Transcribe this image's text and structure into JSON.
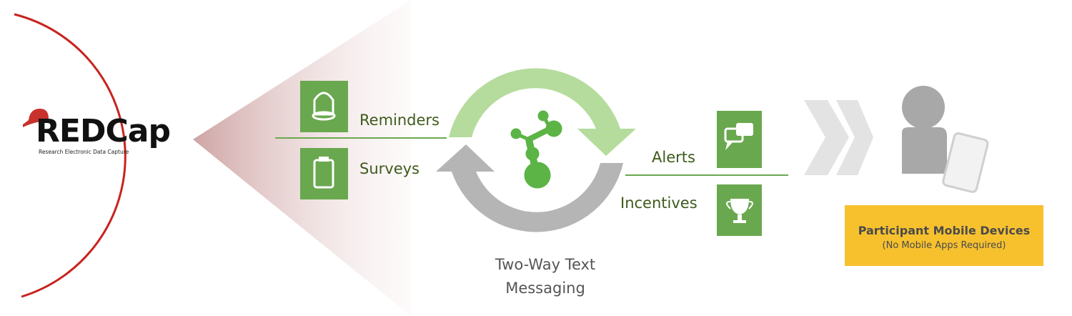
{
  "logo": {
    "name": "REDCap",
    "subtitle": "Research Electronic Data Capture"
  },
  "left_items": [
    {
      "label": "Reminders",
      "icon": "bell-icon"
    },
    {
      "label": "Surveys",
      "icon": "clipboard-icon"
    }
  ],
  "right_items": [
    {
      "label": "Alerts",
      "icon": "chat-bubbles-icon"
    },
    {
      "label": "Incentives",
      "icon": "trophy-icon"
    }
  ],
  "center": {
    "caption_line1": "Two-Way Text",
    "caption_line2": "Messaging",
    "icon": "molecule-logo-icon"
  },
  "participant": {
    "title": "Participant Mobile Devices",
    "subtitle": "(No Mobile Apps Required)",
    "icon": "person-with-tablet-icon"
  },
  "colors": {
    "red": "#c8231e",
    "green": "#6aa84f",
    "light_green": "#b5dc9c",
    "gray": "#b5b5b5",
    "yellow": "#f7c12e"
  }
}
